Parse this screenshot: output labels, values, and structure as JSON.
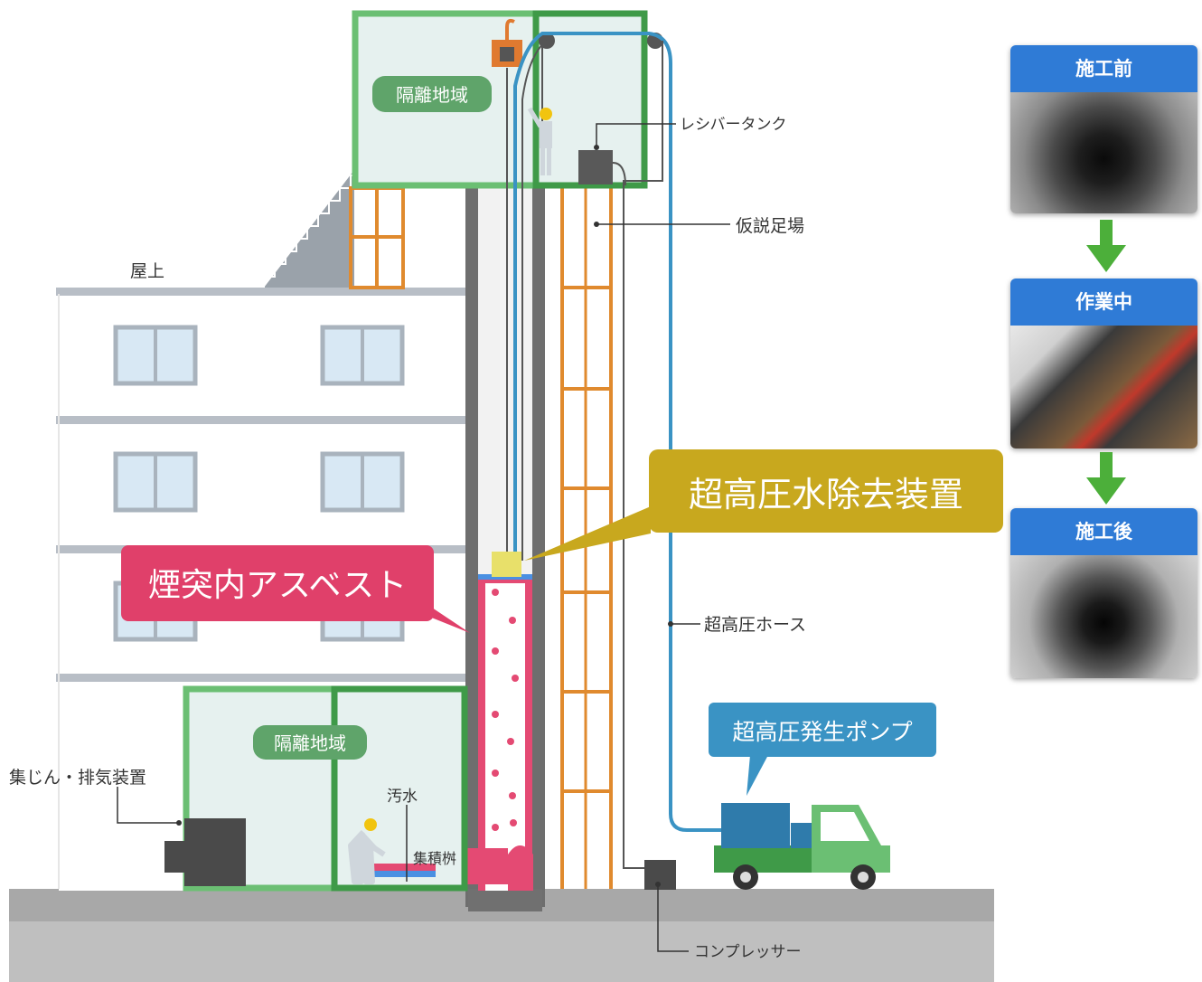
{
  "labels": {
    "isolation_top": "隔離地域",
    "isolation_bottom": "隔離地域",
    "receiver_tank": "レシバータンク",
    "scaffold": "仮説足場",
    "rooftop": "屋上",
    "high_pressure_device": "超高圧水除去装置",
    "chimney_asbestos": "煙突内アスベスト",
    "high_pressure_hose": "超高圧ホース",
    "high_pressure_pump": "超高圧発生ポンプ",
    "dust_exhaust": "集じん・排気装置",
    "dirty_water": "汚水",
    "collection_tank": "集積桝",
    "compressor": "コンプレッサー"
  },
  "panels": [
    {
      "title": "施工前"
    },
    {
      "title": "作業中"
    },
    {
      "title": "施工後"
    }
  ],
  "colors": {
    "isolation_green": "#6bbf73",
    "scaffold_orange": "#e08a2e",
    "device_callout": "#c8a81e",
    "asbestos_callout": "#e0406a",
    "pump_callout": "#3a93c4",
    "panel_header": "#2f7bd6",
    "arrow_green": "#4caf3a"
  }
}
